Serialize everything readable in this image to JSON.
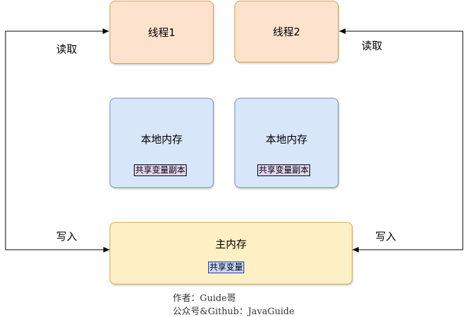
{
  "threads": [
    {
      "label": "线程1"
    },
    {
      "label": "线程2"
    }
  ],
  "local_memory": [
    {
      "title": "本地内存",
      "tag": "共享变量副本"
    },
    {
      "title": "本地内存",
      "tag": "共享变量副本"
    }
  ],
  "main_memory": {
    "title": "主内存",
    "tag": "共享变量"
  },
  "edges": {
    "read_left": "读取",
    "read_right": "读取",
    "write_left": "写入",
    "write_right": "写入"
  },
  "footer": {
    "author": "作者：Guide哥",
    "account": "公众号&Github：JavaGuide"
  },
  "colors": {
    "thread_fill": "#fde3cd",
    "local_fill": "#d8e6f9",
    "main_fill": "#fdf0c4"
  }
}
